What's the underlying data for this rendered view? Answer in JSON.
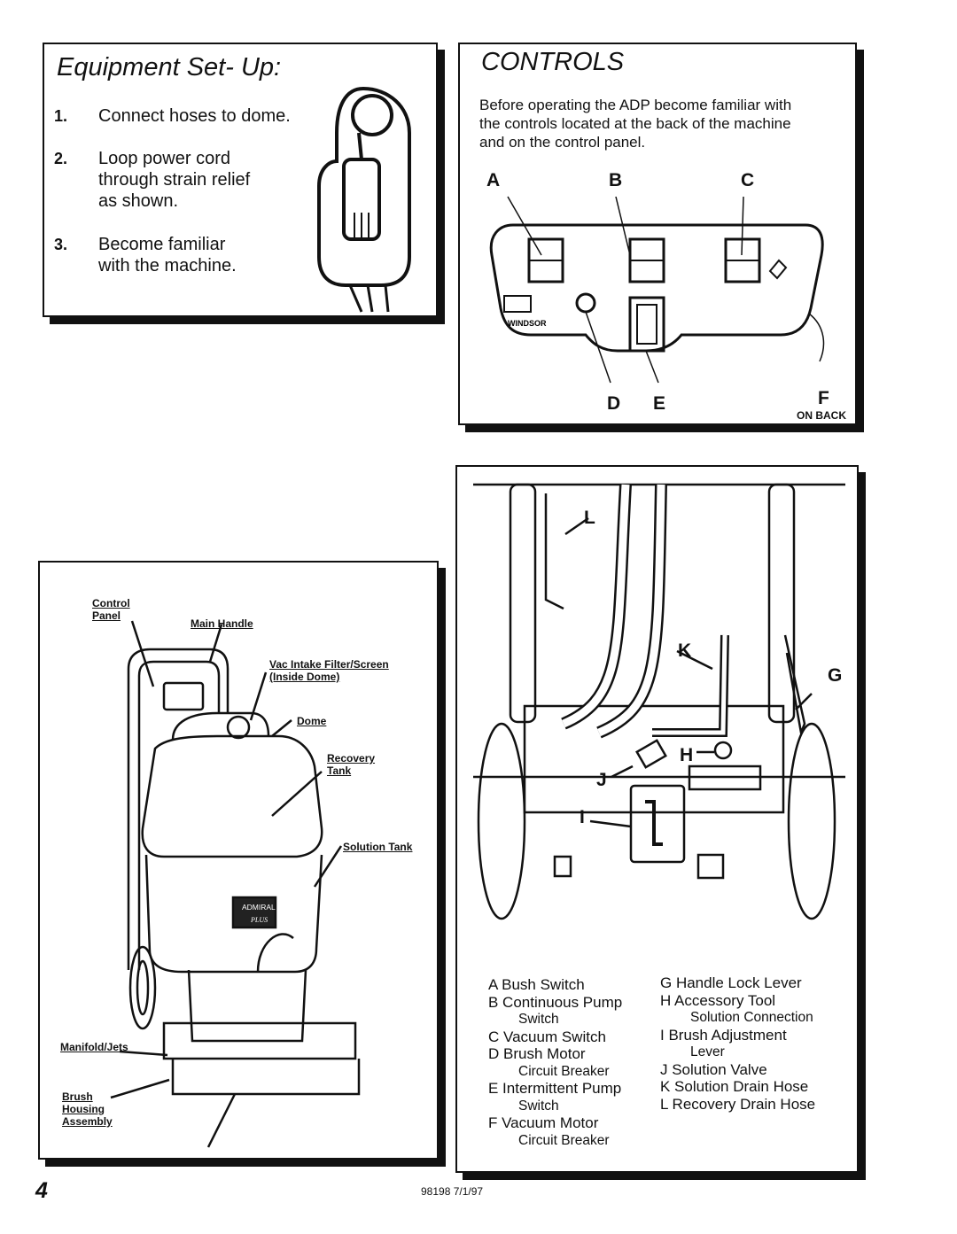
{
  "setup": {
    "title": "Equipment Set- Up:",
    "steps": [
      {
        "num": "1.",
        "lines": [
          "Connect hoses to dome."
        ]
      },
      {
        "num": "2.",
        "lines": [
          "Loop power cord",
          "through strain relief",
          "as shown."
        ]
      },
      {
        "num": "3.",
        "lines": [
          "Become familiar",
          "with the machine."
        ]
      }
    ]
  },
  "controls": {
    "title": "CONTROLS",
    "intro": [
      "Before operating the ADP become familiar with",
      "the controls located at the back of the machine",
      "and on the control panel."
    ],
    "labels": {
      "a": "A",
      "b": "B",
      "c": "C",
      "d": "D",
      "e": "E",
      "f": "F",
      "on_back": "ON BACK"
    },
    "brand": "WINDSOR"
  },
  "machine": {
    "callouts": {
      "control_panel_1": "Control",
      "control_panel_2": "Panel",
      "main_handle": "Main Handle",
      "vac_filter": "Vac Intake Filter/Screen",
      "vac_filter_sub": "(Inside Dome)",
      "dome": "Dome",
      "recovery_1": "Recovery",
      "recovery_2": "Tank",
      "solution_tank": "Solution Tank",
      "manifold": "Manifold/Jets",
      "brush_1": "Brush",
      "brush_2": "Housing",
      "brush_3": "Assembly"
    },
    "badge_1": "ADMIRAL",
    "badge_2": "PLUS"
  },
  "rear": {
    "labels": {
      "g": "G",
      "h": "H",
      "i": "I",
      "j": "J",
      "k": "K",
      "l": "L"
    },
    "legend_left": [
      {
        "text": "A Bush Switch",
        "sub": false
      },
      {
        "text": "B Continuous Pump",
        "sub": false
      },
      {
        "text": "Switch",
        "sub": true
      },
      {
        "text": "C Vacuum Switch",
        "sub": false
      },
      {
        "text": "D Brush Motor",
        "sub": false
      },
      {
        "text": "Circuit Breaker",
        "sub": true
      },
      {
        "text": "E Intermittent Pump",
        "sub": false
      },
      {
        "text": "Switch",
        "sub": true
      },
      {
        "text": "F Vacuum Motor",
        "sub": false
      },
      {
        "text": "Circuit Breaker",
        "sub": true
      }
    ],
    "legend_right": [
      {
        "text": "G Handle Lock Lever",
        "sub": false
      },
      {
        "text": "H Accessory Tool",
        "sub": false
      },
      {
        "text": "Solution Connection",
        "sub": true
      },
      {
        "text": "I Brush Adjustment",
        "sub": false
      },
      {
        "text": "Lever",
        "sub": true
      },
      {
        "text": "J Solution Valve",
        "sub": false
      },
      {
        "text": "K Solution Drain Hose",
        "sub": false
      },
      {
        "text": "L Recovery Drain Hose",
        "sub": false
      }
    ]
  },
  "footer": {
    "page_number": "4",
    "doc_code": "98198 7/1/97"
  }
}
